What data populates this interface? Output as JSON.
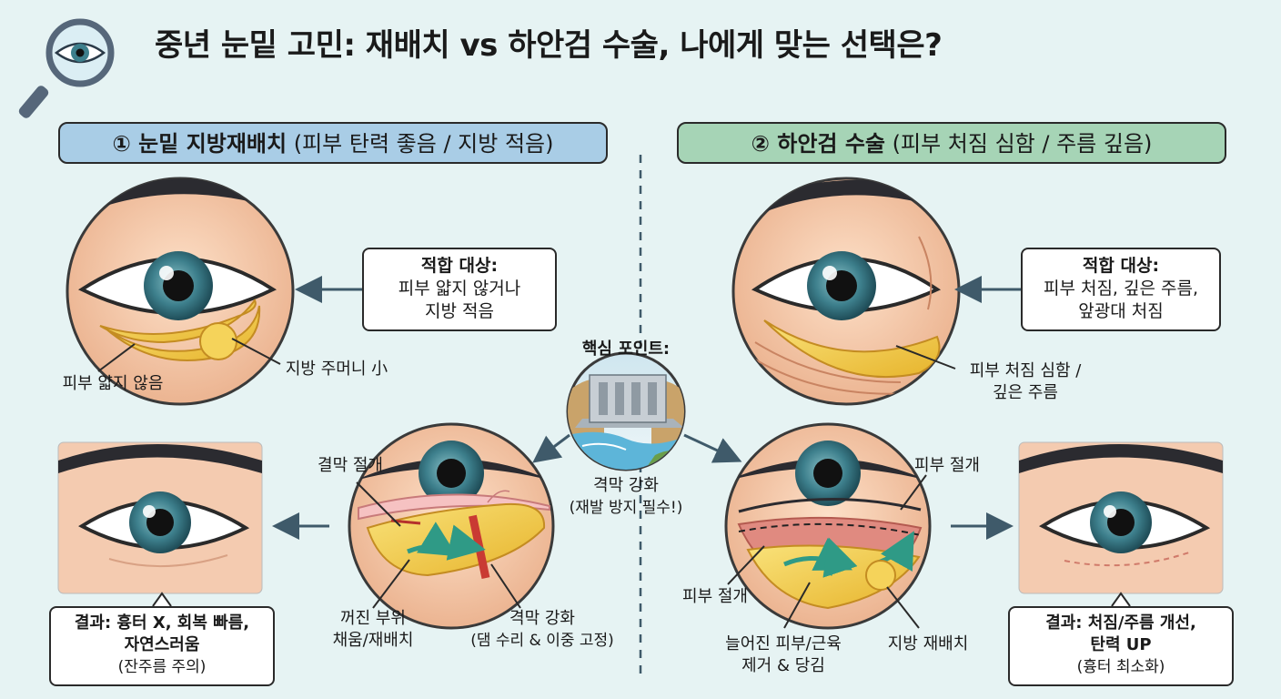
{
  "title": "중년 눈밑 고민: 재배치 vs 하안검 수술, 나에게 맞는 선택은?",
  "left": {
    "header_main": "① 눈밑 지방재배치",
    "header_sub": " (피부 탄력 좋음 / 지방 적음)",
    "target": {
      "heading": "적합 대상:",
      "line1": "피부 얇지 않거나",
      "line2": "지방 적음"
    },
    "label_skin": "피부 얇지 않음",
    "label_fat": "지방 주머니 小",
    "label_incision": "결막 절개",
    "label_fill_1": "꺼진 부위",
    "label_fill_2": "채움/재배치",
    "label_septum_1": "격막 강화",
    "label_septum_2": "(댐 수리 & 이중 고정)",
    "result": {
      "line1": "결과: 흉터 X, 회복 빠름,",
      "line2": "자연스러움",
      "line3": "(잔주름 주의)"
    }
  },
  "center": {
    "heading": "핵심 포인트:",
    "line1": "격막 강화",
    "line2": "(재발 방지 필수!)"
  },
  "right": {
    "header_main": "② 하안검 수술",
    "header_sub": " (피부 처짐 심함 / 주름 깊음)",
    "target": {
      "heading": "적합 대상:",
      "line1": "피부 처짐, 깊은 주름,",
      "line2": "앞광대 처짐"
    },
    "label_sag_1": "피부 처짐 심함 /",
    "label_sag_2": "깊은 주름",
    "label_incision_top": "피부 절개",
    "label_incision_side": "피부 절개",
    "label_remove_1": "늘어진 피부/근육",
    "label_remove_2": "제거 & 당김",
    "label_fat": "지방 재배치",
    "result": {
      "line1": "결과: 처짐/주름 개선,",
      "line2": "탄력 UP",
      "line3": "(흉터 최소화)"
    }
  },
  "icons": [
    "magnifier-eye-icon",
    "dam-icon"
  ],
  "colors": {
    "left_header": "#a9cde6",
    "right_header": "#a6d4b6",
    "skin": "#f3c8a6",
    "fat": "#f2cf48",
    "iris": "#3d7f8c",
    "background": "#e6f3f3"
  }
}
